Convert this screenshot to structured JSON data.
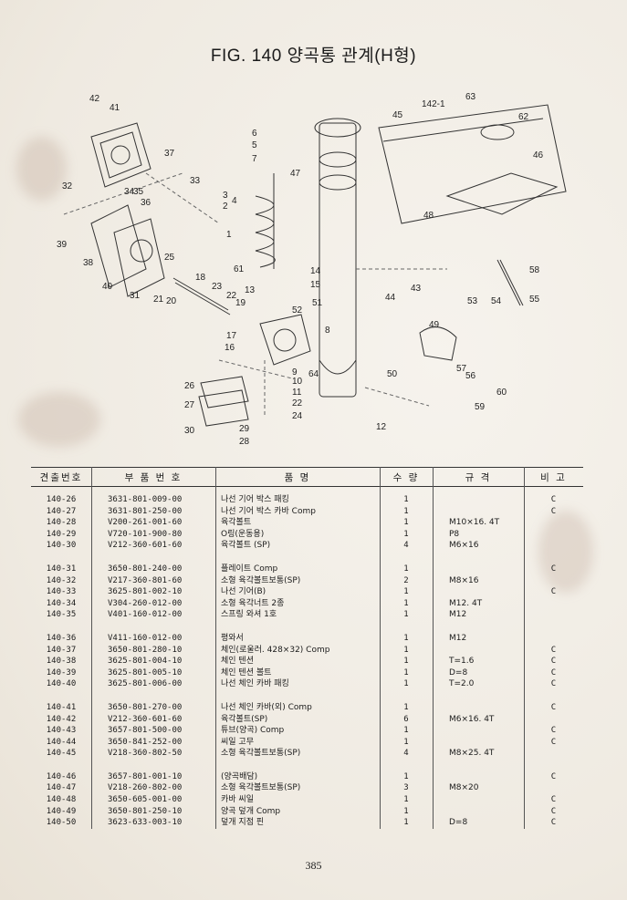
{
  "title": "FIG. 140 양곡통 관계(H형)",
  "callouts": [
    "42",
    "41",
    "37",
    "33",
    "32",
    "34",
    "35",
    "36",
    "39",
    "38",
    "40",
    "31",
    "25",
    "21",
    "20",
    "18",
    "23",
    "22",
    "19",
    "6",
    "5",
    "7",
    "47",
    "3",
    "4",
    "2",
    "1",
    "61",
    "14",
    "15",
    "13",
    "51",
    "52",
    "8",
    "17",
    "16",
    "64",
    "9",
    "10",
    "11",
    "22",
    "24",
    "26",
    "27",
    "30",
    "29",
    "28",
    "12",
    "50",
    "44",
    "43",
    "45",
    "142-1",
    "63",
    "62",
    "46",
    "48",
    "58",
    "53",
    "54",
    "55",
    "49",
    "57",
    "56",
    "60",
    "59"
  ],
  "table": {
    "headers": [
      "견출번호",
      "부 품 번 호",
      "품 명",
      "수 량",
      "규 격",
      "비 고"
    ],
    "groups": [
      [
        {
          "no": "140-26",
          "part": "3631-801-009-00",
          "name": "나선 기어 박스 패킹",
          "qty": "1",
          "spec": "",
          "note": "C"
        },
        {
          "no": "140-27",
          "part": "3631-801-250-00",
          "name": "나선 기어 박스 카바 Comp",
          "qty": "1",
          "spec": "",
          "note": "C"
        },
        {
          "no": "140-28",
          "part": "V200-261-001-60",
          "name": "육각볼트",
          "qty": "1",
          "spec": "M10×16. 4T",
          "note": ""
        },
        {
          "no": "140-29",
          "part": "V720-101-900-80",
          "name": "O링(운동용)",
          "qty": "1",
          "spec": "P8",
          "note": ""
        },
        {
          "no": "140-30",
          "part": "V212-360-601-60",
          "name": "육각볼트 (SP)",
          "qty": "4",
          "spec": "M6×16",
          "note": ""
        }
      ],
      [
        {
          "no": "140-31",
          "part": "3650-801-240-00",
          "name": "플레이트 Comp",
          "qty": "1",
          "spec": "",
          "note": "C"
        },
        {
          "no": "140-32",
          "part": "V217-360-801-60",
          "name": "소형 육각볼트보통(SP)",
          "qty": "2",
          "spec": "M8×16",
          "note": ""
        },
        {
          "no": "140-33",
          "part": "3625-801-002-10",
          "name": "나선 기어(B)",
          "qty": "1",
          "spec": "",
          "note": "C"
        },
        {
          "no": "140-34",
          "part": "V304-260-012-00",
          "name": "소형 육각너트 2종",
          "qty": "1",
          "spec": "M12. 4T",
          "note": ""
        },
        {
          "no": "140-35",
          "part": "V401-160-012-00",
          "name": "스프링 와셔 1호",
          "qty": "1",
          "spec": "M12",
          "note": ""
        }
      ],
      [
        {
          "no": "140-36",
          "part": "V411-160-012-00",
          "name": "평와서",
          "qty": "1",
          "spec": "M12",
          "note": ""
        },
        {
          "no": "140-37",
          "part": "3650-801-280-10",
          "name": "체인(로울러. 428×32) Comp",
          "qty": "1",
          "spec": "",
          "note": "C"
        },
        {
          "no": "140-38",
          "part": "3625-801-004-10",
          "name": "체인 텐션",
          "qty": "1",
          "spec": "T=1.6",
          "note": "C"
        },
        {
          "no": "140-39",
          "part": "3625-801-005-10",
          "name": "체인 텐션 볼트",
          "qty": "1",
          "spec": "D=8",
          "note": "C"
        },
        {
          "no": "140-40",
          "part": "3625-801-006-00",
          "name": "나선 체인 카바 패킹",
          "qty": "1",
          "spec": "T=2.0",
          "note": "C"
        }
      ],
      [
        {
          "no": "140-41",
          "part": "3650-801-270-00",
          "name": "나선 체인 카바(외) Comp",
          "qty": "1",
          "spec": "",
          "note": "C"
        },
        {
          "no": "140-42",
          "part": "V212-360-601-60",
          "name": "육각볼트(SP)",
          "qty": "6",
          "spec": "M6×16. 4T",
          "note": ""
        },
        {
          "no": "140-43",
          "part": "3657-801-500-00",
          "name": "튜브(양곡) Comp",
          "qty": "1",
          "spec": "",
          "note": "C"
        },
        {
          "no": "140-44",
          "part": "3650-841-252-00",
          "name": "씨일 고무",
          "qty": "1",
          "spec": "",
          "note": "C"
        },
        {
          "no": "140-45",
          "part": "V218-360-802-50",
          "name": "소형 육각볼트보통(SP)",
          "qty": "4",
          "spec": "M8×25. 4T",
          "note": ""
        }
      ],
      [
        {
          "no": "140-46",
          "part": "3657-801-001-10",
          "name": "(양곡배담)",
          "qty": "1",
          "spec": "",
          "note": "C"
        },
        {
          "no": "140-47",
          "part": "V218-260-802-00",
          "name": "소형 육각볼트보통(SP)",
          "qty": "3",
          "spec": "M8×20",
          "note": ""
        },
        {
          "no": "140-48",
          "part": "3650-605-001-00",
          "name": "카바 씨일",
          "qty": "1",
          "spec": "",
          "note": "C"
        },
        {
          "no": "140-49",
          "part": "3650-801-250-10",
          "name": "양곡 덮개 Comp",
          "qty": "1",
          "spec": "",
          "note": "C"
        },
        {
          "no": "140-50",
          "part": "3623-633-003-10",
          "name": "덮개 지점 핀",
          "qty": "1",
          "spec": "D=8",
          "note": "C"
        }
      ]
    ]
  },
  "page_number": "385"
}
